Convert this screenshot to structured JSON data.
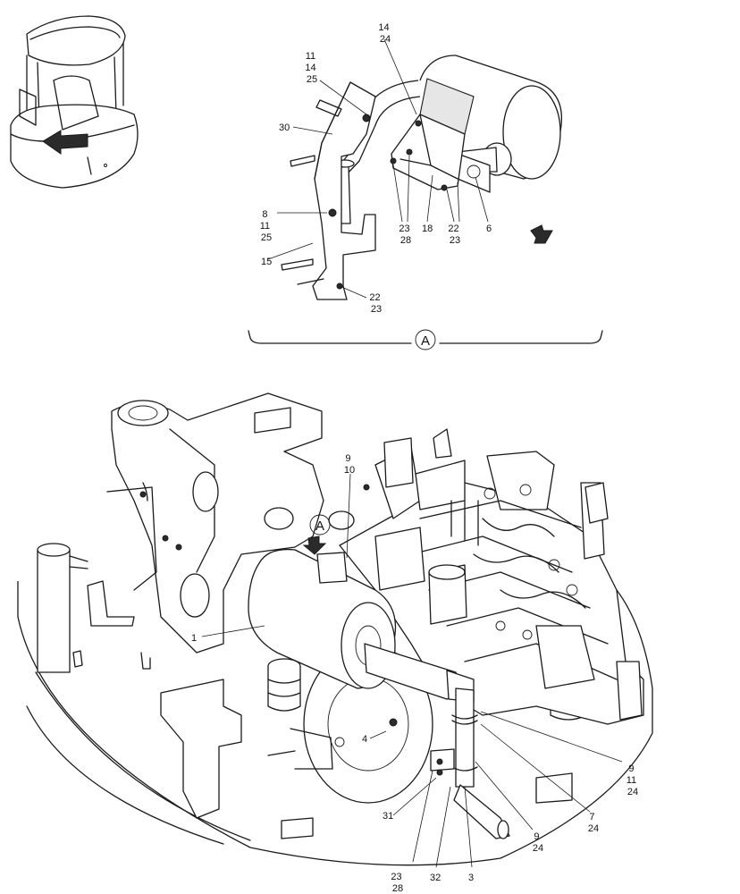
{
  "detail_marker": "A",
  "view_marker": "A",
  "callouts": {
    "detail": {
      "c14_24": [
        "14",
        "24"
      ],
      "c11_14_25": [
        "11",
        "14",
        "25"
      ],
      "c30": [
        "30"
      ],
      "c8_11_25": [
        "8",
        "11",
        "25"
      ],
      "c15": [
        "15"
      ],
      "c22_23_bottom": [
        "22",
        "23"
      ],
      "c23_28": [
        "23",
        "28"
      ],
      "c18": [
        "18"
      ],
      "c22_23_mid": [
        "22",
        "23"
      ],
      "c6": [
        "6"
      ]
    },
    "main": {
      "c9_10": [
        "9",
        "10"
      ],
      "c1": [
        "1"
      ],
      "c4": [
        "4"
      ],
      "c31": [
        "31"
      ],
      "c23_28": [
        "23",
        "28"
      ],
      "c32": [
        "32"
      ],
      "c3": [
        "3"
      ],
      "c9_24": [
        "9",
        "24"
      ],
      "c7_24": [
        "7",
        "24"
      ],
      "c9_11_24": [
        "9",
        "11",
        "24"
      ]
    }
  }
}
